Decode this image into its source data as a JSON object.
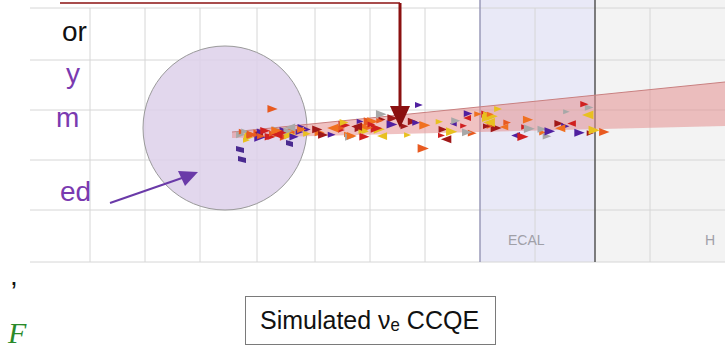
{
  "diagram": {
    "nodes": [
      {
        "text": [
          "ECAL"
        ]
      },
      {
        "text": [
          "H"
        ]
      },
      {
        "text": [
          "Simulated νₑ CCQE"
        ]
      }
    ],
    "labels": [
      "or",
      "y",
      "m",
      "ed",
      ",",
      "F"
    ]
  }
}
